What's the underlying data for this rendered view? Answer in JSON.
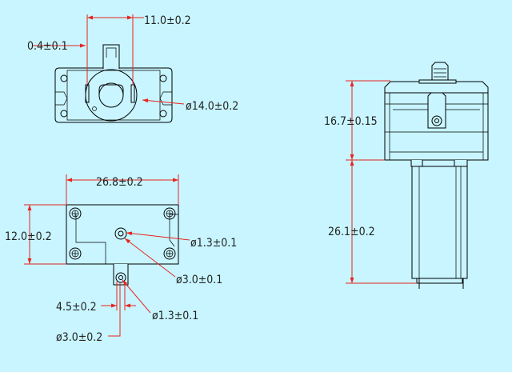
{
  "colors": {
    "background": "#c8f5ff",
    "outline": "#000000",
    "dimension_line": "#e8241f",
    "text": "#222222"
  },
  "top_view": {
    "width_label": "11.0±0.2",
    "thickness_label": "0.4±0.1",
    "diameter_label": "ø14.0±0.2"
  },
  "front_view": {
    "width_label": "26.8±0.2",
    "height_label": "12.0±0.2",
    "hole_label": "ø1.3±0.1",
    "hole_outer_label": "ø3.0±0.1",
    "tab_label": "4.5±0.2",
    "tab_hole_label": "ø1.3±0.1",
    "tab_outer_label": "ø3.0±0.2"
  },
  "side_view": {
    "body_height_label": "16.7±0.15",
    "motor_height_label": "26.1±0.2"
  }
}
